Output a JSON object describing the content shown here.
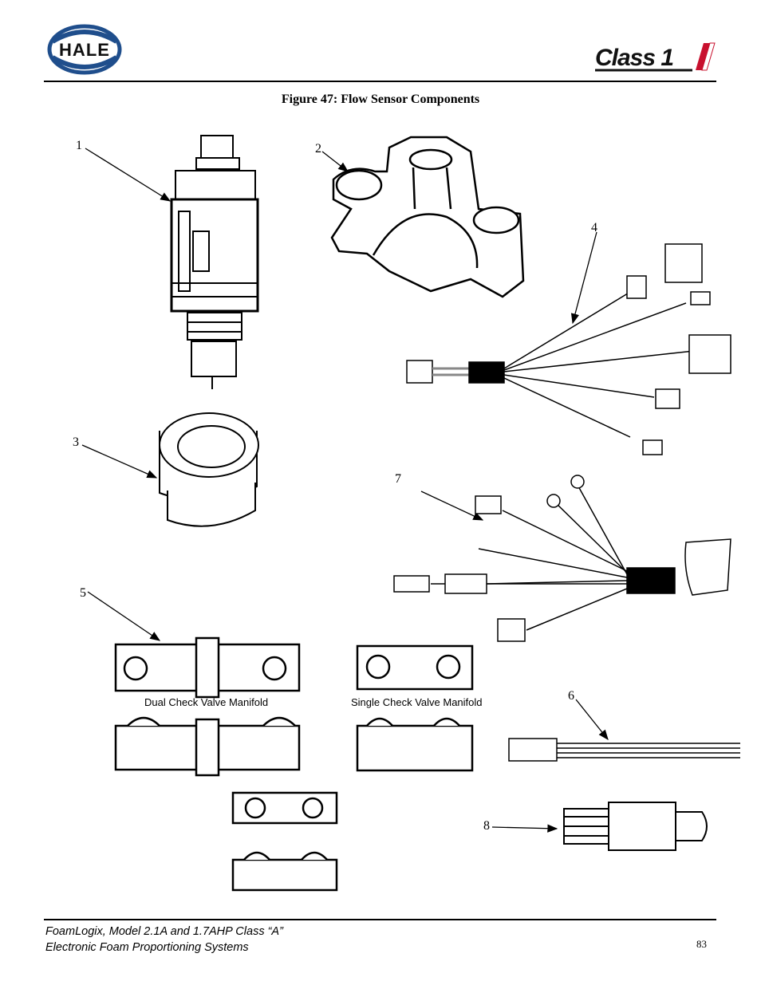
{
  "header": {
    "left_logo_text": "HALE",
    "right_logo_text": "Class 1"
  },
  "figure": {
    "title": "Figure 47: Flow Sensor Components",
    "callouts": [
      "1",
      "2",
      "3",
      "4",
      "5",
      "6",
      "7",
      "8"
    ],
    "captions": {
      "dual": "Dual Check Valve Manifold",
      "single": "Single Check Valve Manifold"
    }
  },
  "footer": {
    "line1": "FoamLogix, Model 2.1A and 1.7AHP Class “A”",
    "line2": "Electronic Foam Proportioning Systems",
    "page_number": "83"
  },
  "colors": {
    "hale_blue": "#1f4e8c",
    "class1_red": "#c8102e"
  }
}
